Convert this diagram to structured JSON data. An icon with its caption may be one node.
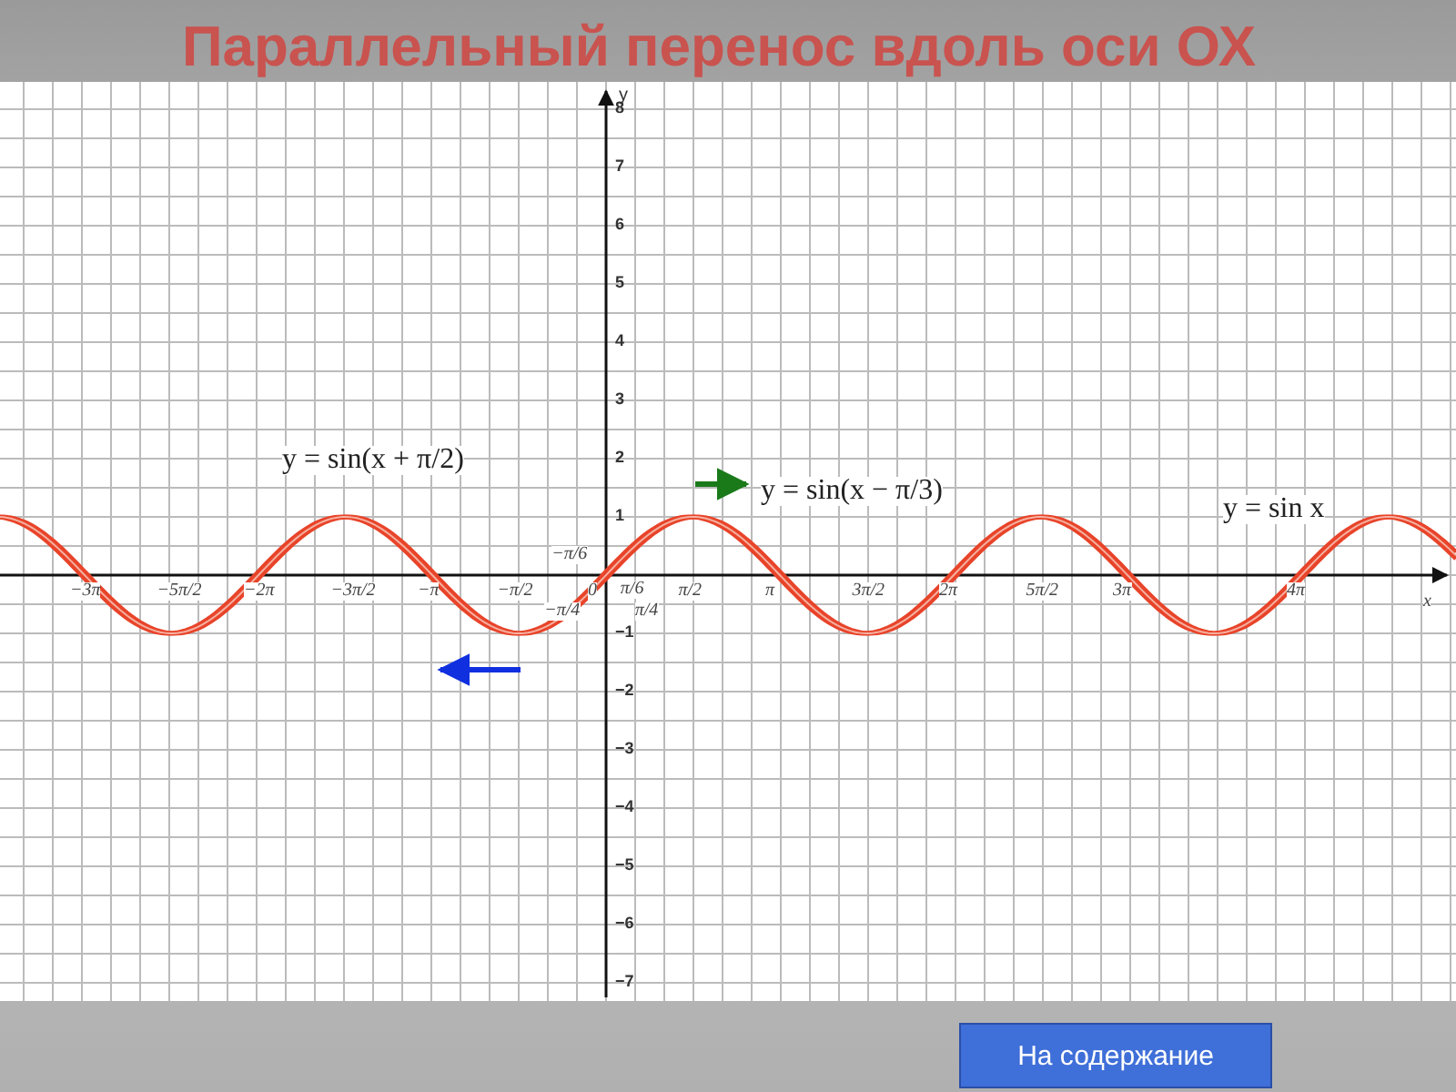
{
  "diagram": {
    "title": "Параллельный перенос вдоль оси ОХ",
    "nodes": [
      {
        "text": [
          "На содержание"
        ]
      }
    ],
    "labels": [
      "y",
      "8",
      "7",
      "6",
      "5",
      "4",
      "3",
      "2",
      "y = sin(x + π/2)",
      "y = sin(x − π/3)",
      "y = sin x",
      "1",
      "−3π",
      "−5π/2",
      "−2π",
      "−3π/2",
      "−π",
      "−π/2",
      "−π/4",
      "−π/6",
      "0",
      "π/6",
      "π/4",
      "π/2",
      "π",
      "3π/2",
      "2π",
      "5π/2",
      "3π",
      "4π",
      "x",
      "−1",
      "−2",
      "−3",
      "−4",
      "−5",
      "−6",
      "−7"
    ]
  }
}
